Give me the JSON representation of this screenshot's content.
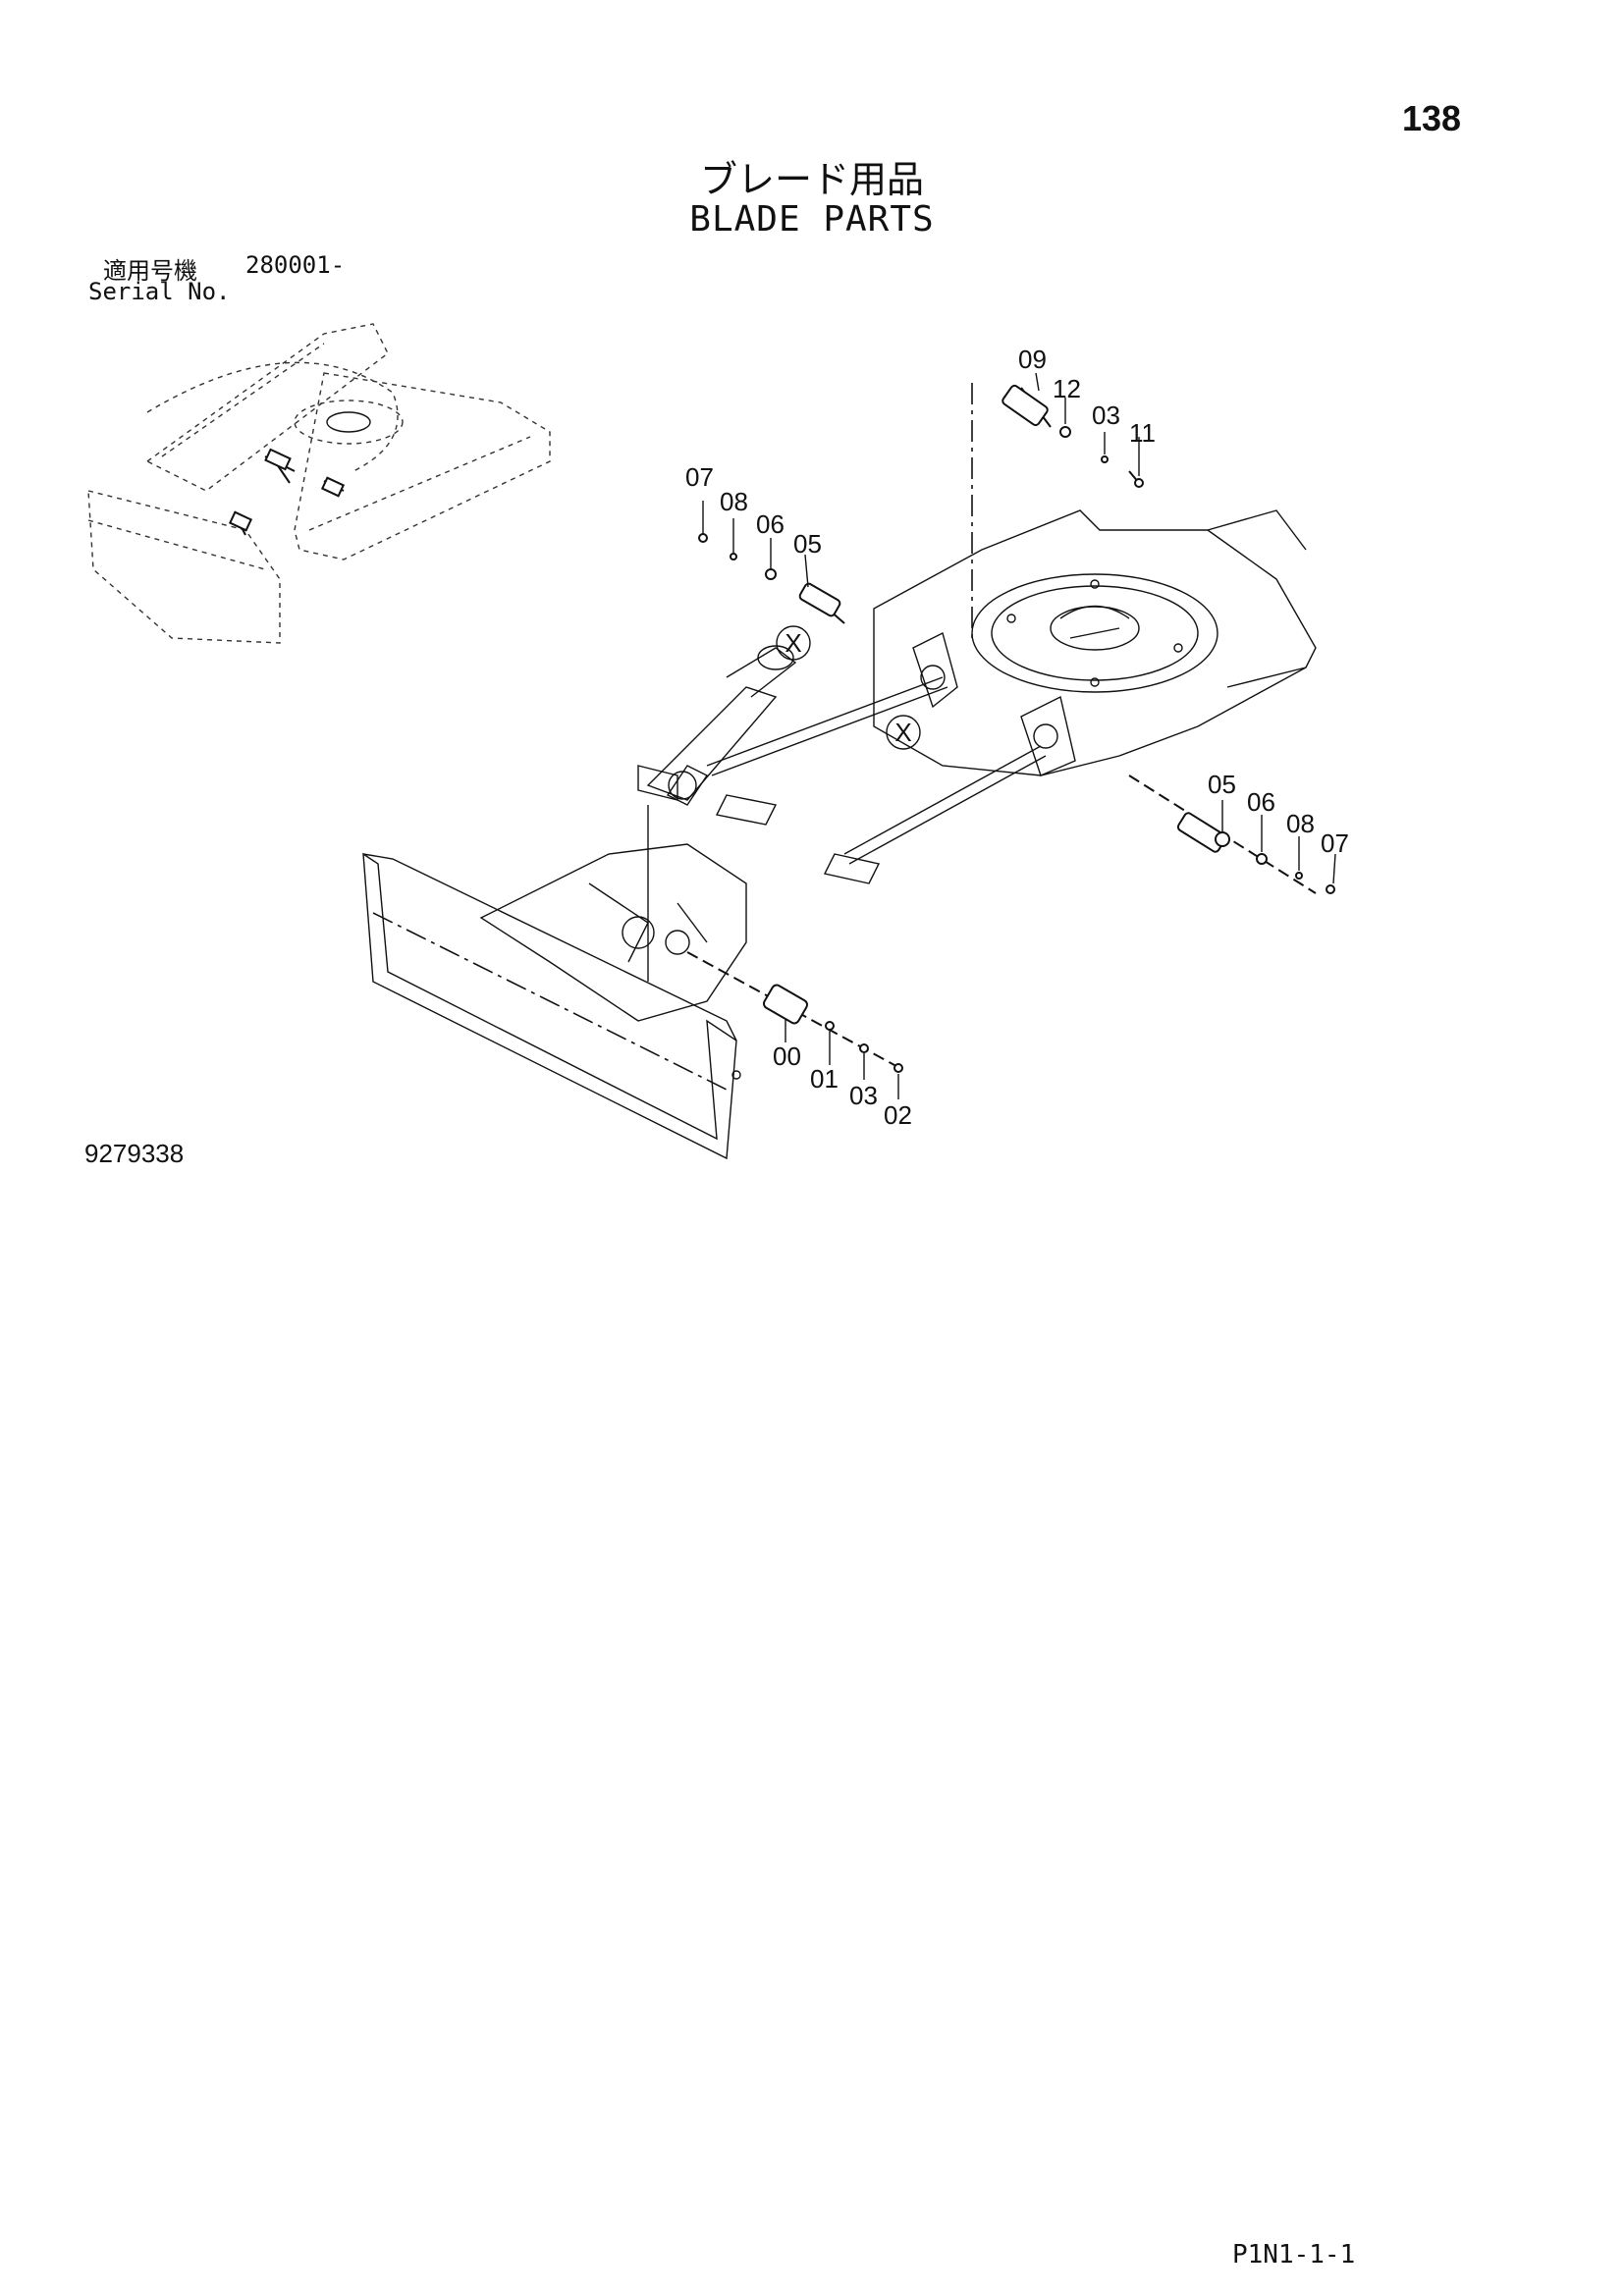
{
  "header": {
    "page_number": "138",
    "title_jp": "ブレード用品",
    "title_en": "BLADE PARTS"
  },
  "serial": {
    "label_jp": "適用号機",
    "value": "280001-",
    "label_en": "Serial No."
  },
  "diagram": {
    "callouts_upper_right": [
      "09",
      "12",
      "03",
      "11"
    ],
    "callouts_upper_left": [
      "07",
      "08",
      "06",
      "05"
    ],
    "callouts_right": [
      "05",
      "06",
      "08",
      "07"
    ],
    "callouts_lower": [
      "00",
      "01",
      "03",
      "02"
    ],
    "section_mark": "X"
  },
  "footer": {
    "figure_number": "9279338",
    "reference_code": "P1N1-1-1"
  }
}
